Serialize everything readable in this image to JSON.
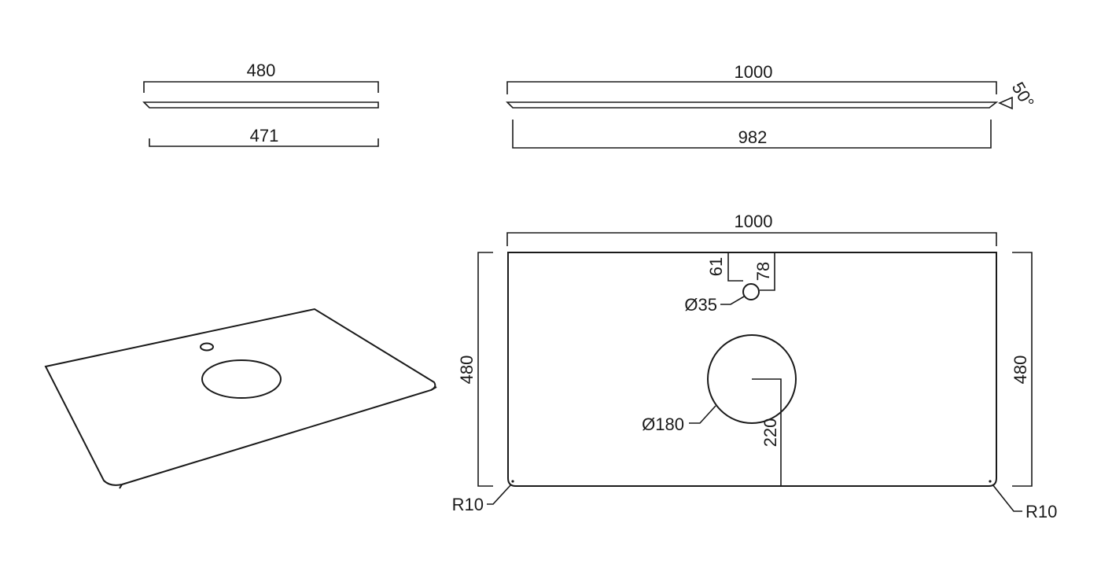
{
  "diagram": {
    "side_view": {
      "top_width": "480",
      "bottom_width": "471"
    },
    "front_view": {
      "top_width": "1000",
      "bottom_width": "982",
      "bevel_angle": "50°"
    },
    "plan_view": {
      "width": "1000",
      "depth_left": "480",
      "depth_right": "480",
      "tap_hole_offset_left": "61",
      "tap_hole_offset_right": "78",
      "tap_hole_diameter": "Ø35",
      "basin_diameter": "Ø180",
      "basin_center_from_front": "220",
      "corner_radius_left": "R10",
      "corner_radius_right": "R10"
    }
  }
}
